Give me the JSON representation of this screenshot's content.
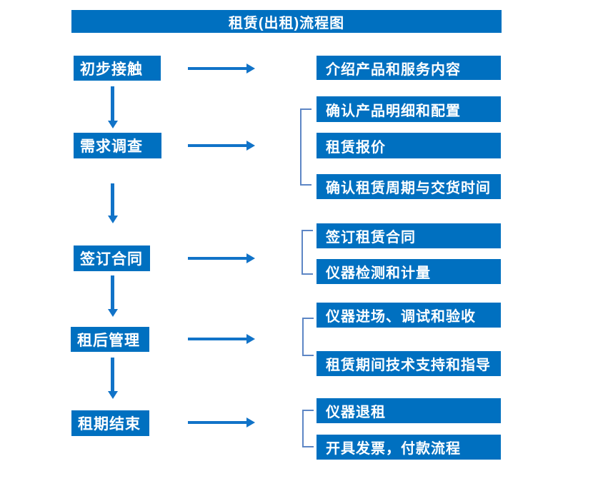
{
  "title": "租赁(出租)流程图",
  "colors": {
    "box_blue": "#0070C0",
    "arrow_blue": "#1173C8",
    "bracket_blue": "#5D86C5",
    "text_white": "#FFFFFF",
    "background": "#FFFFFF"
  },
  "stages": [
    {
      "label": "初步接触",
      "details": [
        "介绍产品和服务内容"
      ]
    },
    {
      "label": "需求调查",
      "details": [
        "确认产品明细和配置",
        "租赁报价",
        "确认租赁周期与交货时间"
      ]
    },
    {
      "label": "签订合同",
      "details": [
        "签订租赁合同",
        "仪器检测和计量"
      ]
    },
    {
      "label": "租后管理",
      "details": [
        "仪器进场、调试和验收",
        "租赁期间技术支持和指导"
      ]
    },
    {
      "label": "租期结束",
      "details": [
        "仪器退租",
        "开具发票，付款流程"
      ]
    }
  ]
}
